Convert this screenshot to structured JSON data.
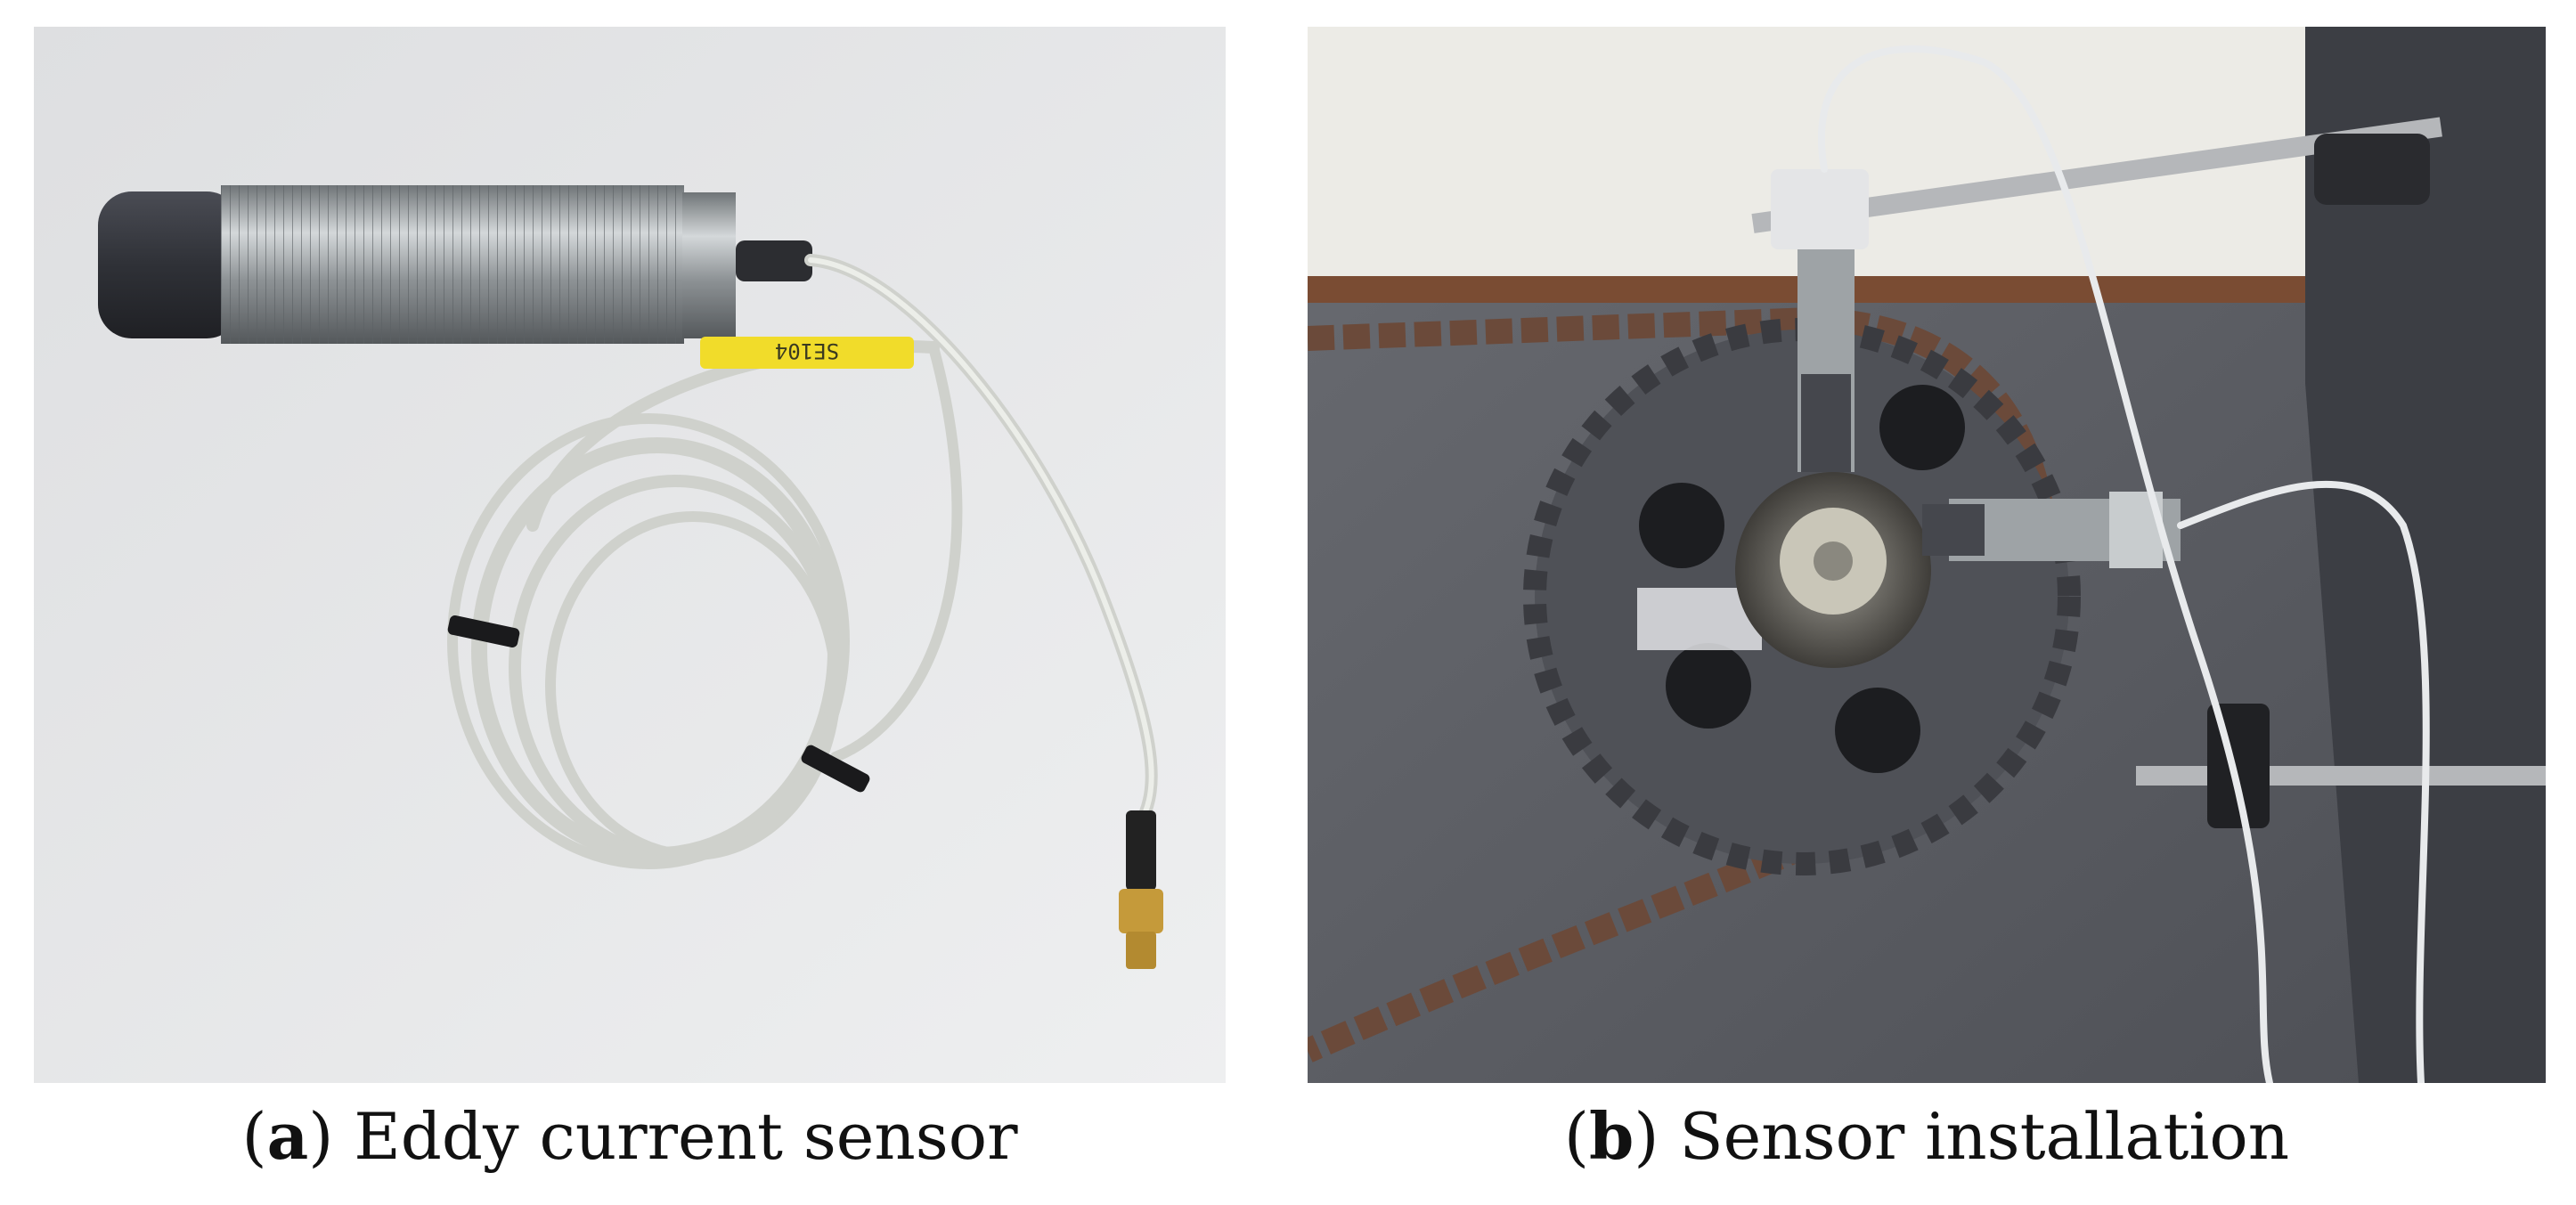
{
  "figure": {
    "panel_a": {
      "tag": "a",
      "caption": "Eddy current sensor",
      "cable_label": "SE104"
    },
    "panel_b": {
      "tag": "b",
      "caption": "Sensor installation"
    }
  },
  "colors": {
    "background": "#ffffff",
    "panel_a_bg": "#e6e7e9",
    "panel_b_bg": "#5e6066",
    "sensor_steel": "#9ea3a6",
    "sensor_cap": "#3b3d44",
    "cable": "#d9dbd6",
    "label_yellow": "#f1dc2a",
    "sprocket": "#4f5157",
    "chain": "#6b4a3a",
    "connector_gold": "#c59a3a"
  }
}
